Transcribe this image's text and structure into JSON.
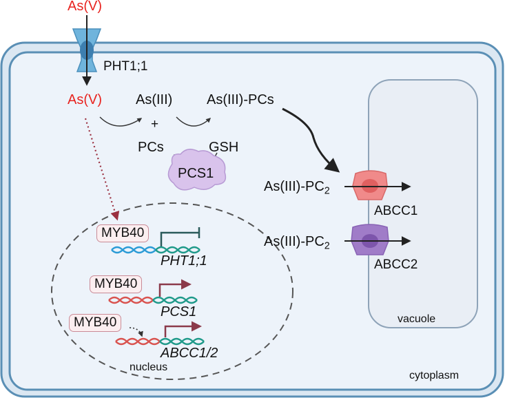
{
  "extracellular": {
    "arsenate_label": "As(V)"
  },
  "transporter": {
    "label": "PHT1;1"
  },
  "cytoplasm": {
    "arsenate_label": "As(V)",
    "arsenite_label": "As(III)",
    "plus_sign": "+",
    "complex_label": "As(III)-PCs",
    "pcs_label": "PCs",
    "gsh_label": "GSH",
    "enzyme_label": "PCS1",
    "region_label": "cytoplasm"
  },
  "vacuole": {
    "region_label": "vacuole",
    "transporters": [
      {
        "substrate_main": "As(III)-PC",
        "substrate_sub": "2",
        "name": "ABCC1",
        "color": "#f08a8a"
      },
      {
        "substrate_main": "As(III)-PC",
        "substrate_sub": "2",
        "name": "ABCC2",
        "color": "#a07cc8"
      }
    ]
  },
  "nucleus": {
    "region_label": "nucleus",
    "genes": [
      {
        "tf": "MYB40",
        "gene": "PHT1;1",
        "effect": "repression"
      },
      {
        "tf": "MYB40",
        "gene": "PCS1",
        "effect": "activation"
      },
      {
        "tf": "MYB40",
        "gene": "ABCC1/2",
        "effect": "activation"
      }
    ]
  },
  "colors": {
    "cell_wall": "#5a8fb5",
    "cell_fill": "#edf3fa",
    "vacuole_border": "#8ea3b8",
    "arsenate": "#e8231f",
    "pht1_channel": "#6fb4dc",
    "pcs1_enzyme": "#d9c3ec",
    "dna_red": "#d9534f",
    "dna_blue": "#2b9bd6",
    "dna_teal": "#1f9a8a",
    "repress_arrow": "#2a5a5a",
    "activate_arrow": "#8b3a4a"
  }
}
